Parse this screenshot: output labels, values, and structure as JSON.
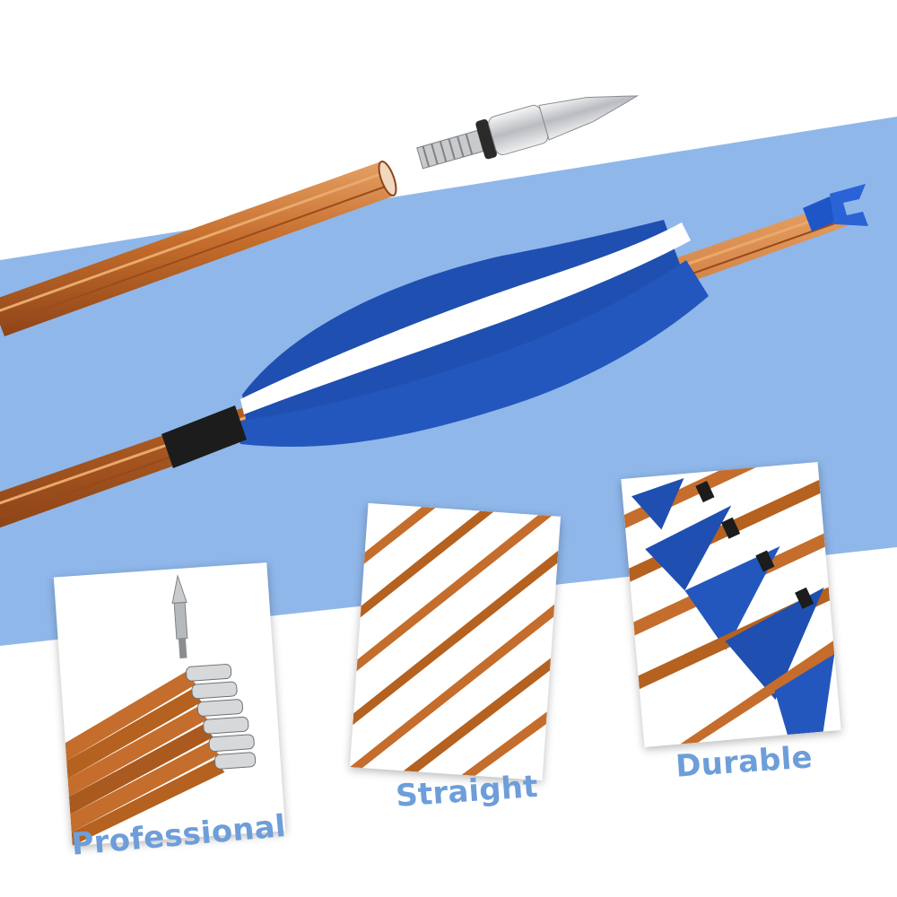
{
  "colors": {
    "band": "#8fb7ea",
    "caption": "#6e9ed9",
    "shaft": "#c56d2c",
    "shaft_light": "#e59c5a",
    "shaft_dark": "#8e4418",
    "feather_blue": "#1f4fb0",
    "feather_white": "#ffffff",
    "metal": "#d6d8da",
    "wrap": "#1c1c1c"
  },
  "captions": [
    {
      "label": "Professional"
    },
    {
      "label": "Straight"
    },
    {
      "label": "Durable"
    }
  ],
  "icons": [
    "arrow-point-icon",
    "arrow-shaft",
    "feather-fletching",
    "arrow-nock"
  ]
}
